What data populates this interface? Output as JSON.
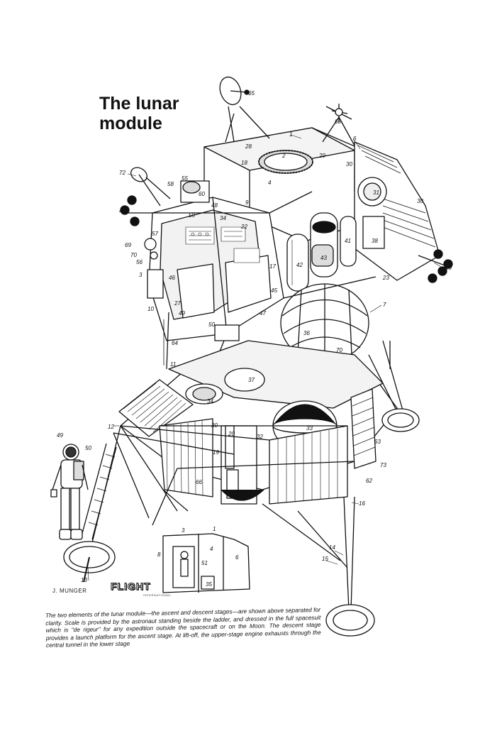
{
  "title": {
    "line1": "The lunar",
    "line2": "module"
  },
  "caption": "The two elements of the lunar module—the ascent and descent stages—are shown above separated for clarity. Scale is provided by the astronaut standing beside the ladder, and dressed in the full spacesuit which is \"de rigeur\" for any expedition outside the spacecraft or on the Moon. The descent stage provides a launch platform for the ascent stage. At lift-off, the upper-stage engine exhausts through the central tunnel in the lower stage",
  "signature": "J. MUNGER",
  "logo": {
    "main": "FLIGHT",
    "sub": "INTERNATIONAL"
  },
  "callouts": [
    "65",
    "68",
    "1",
    "6",
    "2",
    "28",
    "18",
    "4",
    "29",
    "30",
    "31",
    "72",
    "55",
    "58",
    "60",
    "48",
    "40",
    "59",
    "34",
    "22",
    "71",
    "41",
    "38",
    "40",
    "23",
    "30",
    "57",
    "56",
    "69",
    "70",
    "3",
    "46",
    "17",
    "7",
    "10",
    "27",
    "49",
    "50",
    "64",
    "37",
    "36",
    "70",
    "11",
    "34",
    "12",
    "49",
    "50",
    "30",
    "32",
    "33",
    "19",
    "20",
    "66",
    "63",
    "62",
    "73",
    "16",
    "14",
    "13",
    "15",
    "3",
    "1",
    "4",
    "8",
    "6",
    "35",
    "51",
    "47",
    "9",
    "42",
    "43",
    "45"
  ]
}
